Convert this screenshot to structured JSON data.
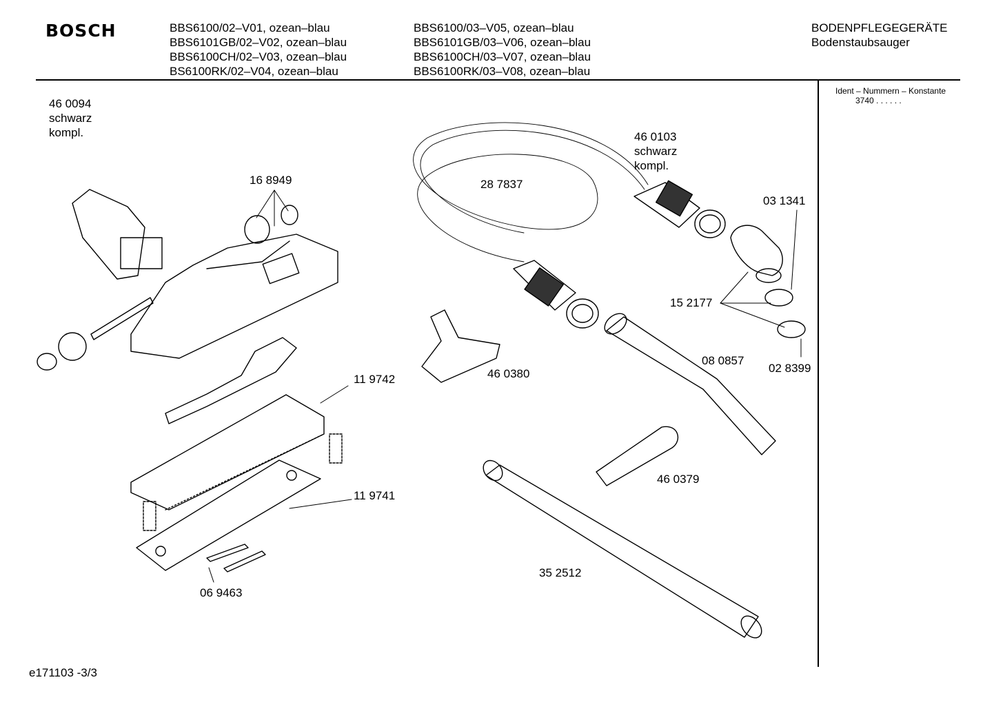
{
  "header": {
    "brand": "BOSCH",
    "models_left": [
      "BBS6100/02–V01, ozean–blau",
      "BBS6101GB/02–V02, ozean–blau",
      "BBS6100CH/02–V03, ozean–blau",
      "BS6100RK/02–V04, ozean–blau"
    ],
    "models_right": [
      "BBS6100/03–V05, ozean–blau",
      "BBS6101GB/03–V06, ozean–blau",
      "BBS6100CH/03–V07, ozean–blau",
      "BBS6100RK/03–V08, ozean–blau"
    ],
    "category": "BODENPFLEGEGERÄTE",
    "subcategory": "Bodenstaubsauger"
  },
  "ident": {
    "title": "Ident – Nummern – Konstante",
    "value": "3740   . .    . . . ."
  },
  "parts": {
    "floor_nozzle": {
      "number": "46 0094",
      "color": "schwarz",
      "note": "kompl."
    },
    "hose": {
      "number": "46 0103",
      "color": "schwarz",
      "note": "kompl."
    },
    "wheels": "16 8949",
    "hose_body": "28 7837",
    "elbow": "03 1341",
    "clip": "15 2177",
    "handle_tube": "08 0857",
    "ring": "02 8399",
    "upholstery_nozzle": "46 0380",
    "base_plate": "11 9742",
    "sole_plate": "11 9741",
    "crevice_nozzle": "46 0379",
    "extension_tube": "35 2512",
    "strip": "06 9463"
  },
  "footer": {
    "code": "e171103 -3/3"
  }
}
